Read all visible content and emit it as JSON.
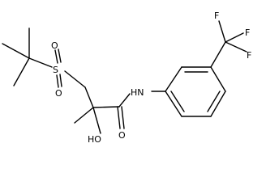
{
  "molecule": {
    "atoms": {
      "s": "S",
      "o_s_top": "O",
      "o_s_bottom": "O",
      "hydroxyl": "HO",
      "carbonyl_o": "O",
      "amide_nh": "HN",
      "f1": "F",
      "f2": "F",
      "f3": "F"
    }
  }
}
